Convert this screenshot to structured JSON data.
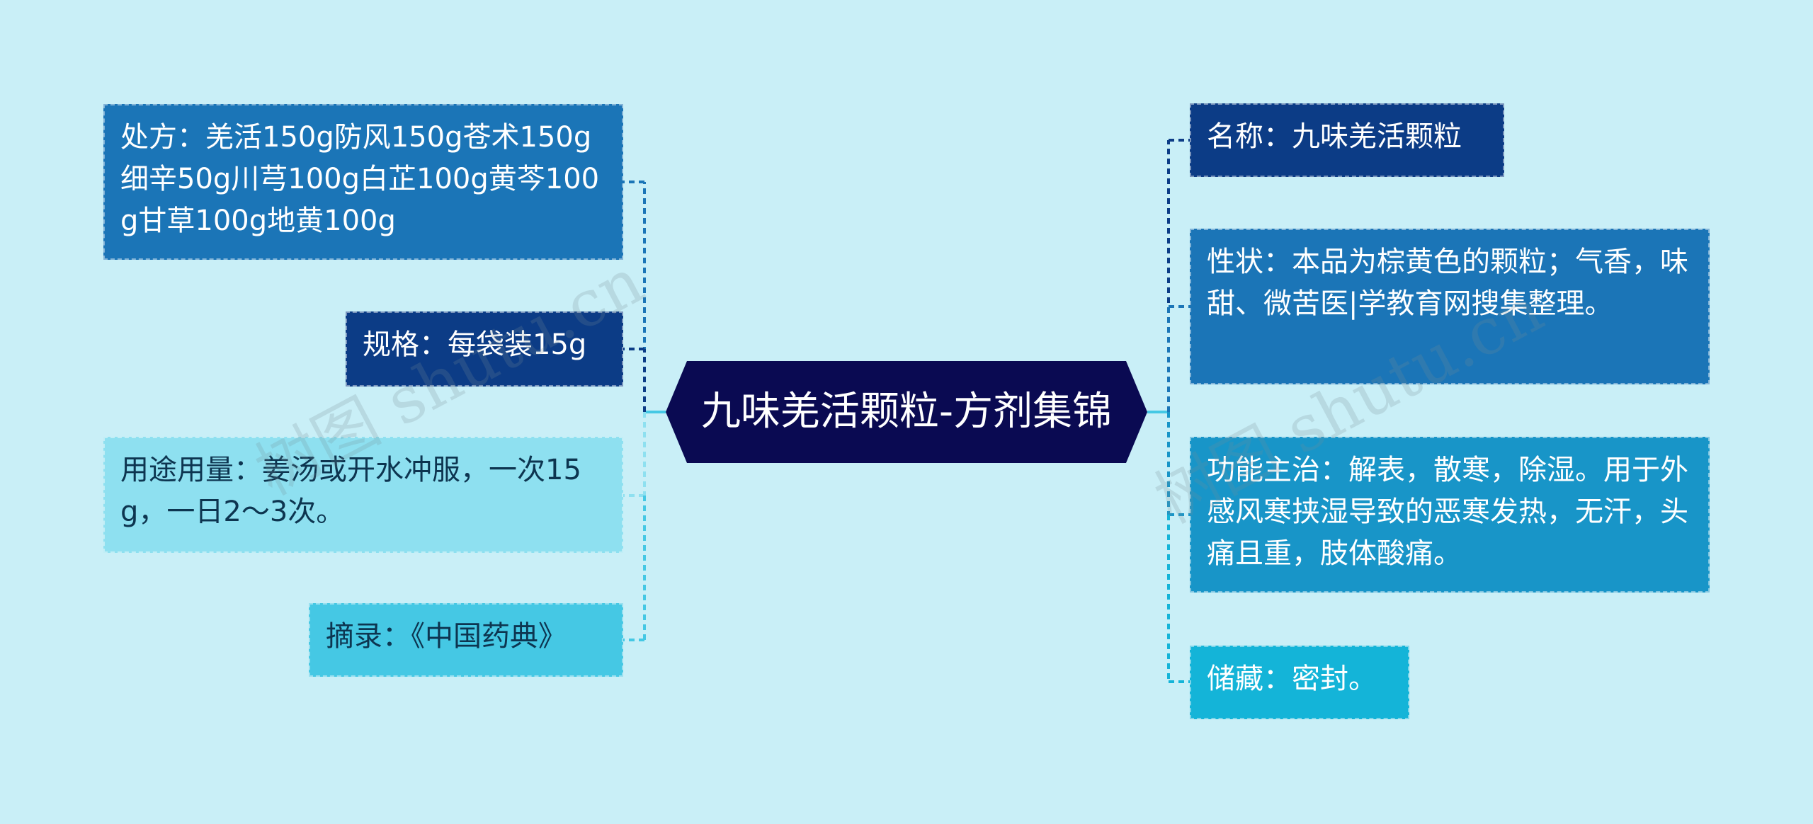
{
  "center": {
    "label": "九味羌活颗粒-方剂集锦"
  },
  "left_nodes": [
    {
      "label": "处方：羌活150g防风150g苍术150g细辛50g川芎100g白芷100g黄芩100g甘草100g地黄100g",
      "color": "#1b75b7"
    },
    {
      "label": "规格：每袋装15g",
      "color": "#0c3c86"
    },
    {
      "label": "用途用量：姜汤或开水冲服，一次15g，一日2～3次。",
      "color": "#8ee0f0"
    },
    {
      "label": "摘录：《中国药典》",
      "color": "#45c8e4"
    }
  ],
  "right_nodes": [
    {
      "label": "名称：九味羌活颗粒",
      "color": "#0c3c86"
    },
    {
      "label": "性状：本品为棕黄色的颗粒；气香，味甜、微苦医|学教育网搜集整理。",
      "color": "#1b75b7"
    },
    {
      "label": "功能主治：解表，散寒，除湿。用于外感风寒挟湿导致的恶寒发热，无汗，头痛且重，肢体酸痛。",
      "color": "#1895c8"
    },
    {
      "label": "储藏：密封。",
      "color": "#14b4d8"
    }
  ],
  "link_colors": {
    "dark": "#0c3c86",
    "mid": "#1895c8",
    "light": "#45c8e4"
  },
  "watermarks": [
    "树图 shutu.cn",
    "树图 shutu.cn"
  ]
}
